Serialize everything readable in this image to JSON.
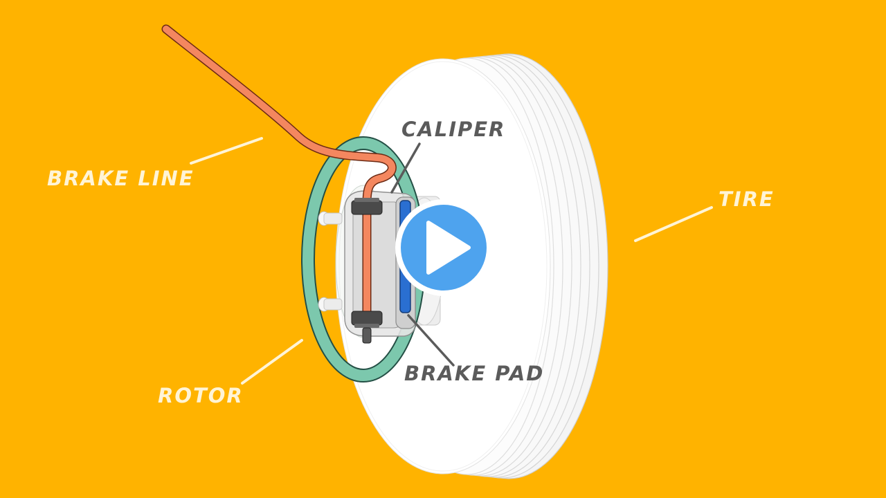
{
  "labels": {
    "brake_line": "BRAKE LINE",
    "caliper": "CALIPER",
    "tire": "TIRE",
    "rotor": "ROTOR",
    "brake_pad": "BRAKE PAD"
  },
  "play_button": {
    "icon": "play-icon"
  },
  "colors": {
    "background": "#ffb300",
    "tire": "#ffffff",
    "rotor": "#7cc8ad",
    "brake_line": "#f4875f",
    "brake_pad": "#2a6fd1",
    "play_button": "#4ea3ee",
    "label_light": "#fff4d6",
    "label_dark": "#5b5b5b"
  }
}
